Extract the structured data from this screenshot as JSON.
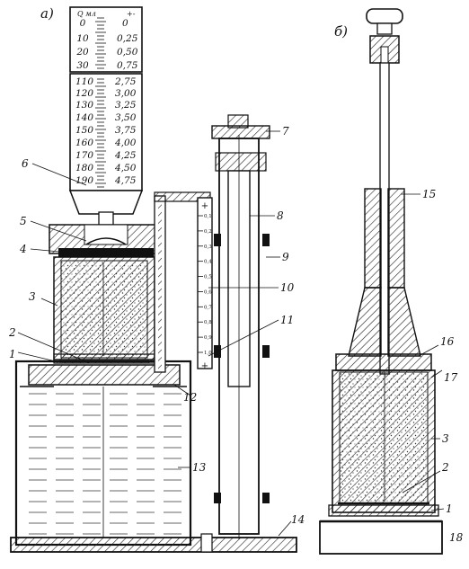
{
  "sections": {
    "a": "а)",
    "b": "б)"
  },
  "table": {
    "header_left": "Q мл",
    "header_right": "+-",
    "top_rows": [
      {
        "q": "0",
        "v": "0"
      },
      {
        "q": "10",
        "v": "0,25"
      },
      {
        "q": "20",
        "v": "0,50"
      },
      {
        "q": "30",
        "v": "0,75"
      }
    ],
    "bottom_rows": [
      {
        "q": "110",
        "v": "2,75"
      },
      {
        "q": "120",
        "v": "3,00"
      },
      {
        "q": "130",
        "v": "3,25"
      },
      {
        "q": "140",
        "v": "3,50"
      },
      {
        "q": "150",
        "v": "3,75"
      },
      {
        "q": "160",
        "v": "4,00"
      },
      {
        "q": "170",
        "v": "4,25"
      },
      {
        "q": "180",
        "v": "4,50"
      },
      {
        "q": "190",
        "v": "4,75"
      }
    ]
  },
  "ruler_marks": [
    "0,1",
    "0,2",
    "0,3",
    "0,4",
    "0,5",
    "0,6",
    "0,7",
    "0,8",
    "0,9",
    "1,0"
  ],
  "ruler_signs": {
    "top": "+",
    "bottom": "+"
  },
  "callouts_a": [
    "1",
    "2",
    "3",
    "4",
    "5",
    "6",
    "7",
    "8",
    "9",
    "10",
    "11",
    "12",
    "13",
    "14"
  ],
  "callouts_b": [
    "15",
    "16",
    "17",
    "3",
    "2",
    "1",
    "18"
  ]
}
